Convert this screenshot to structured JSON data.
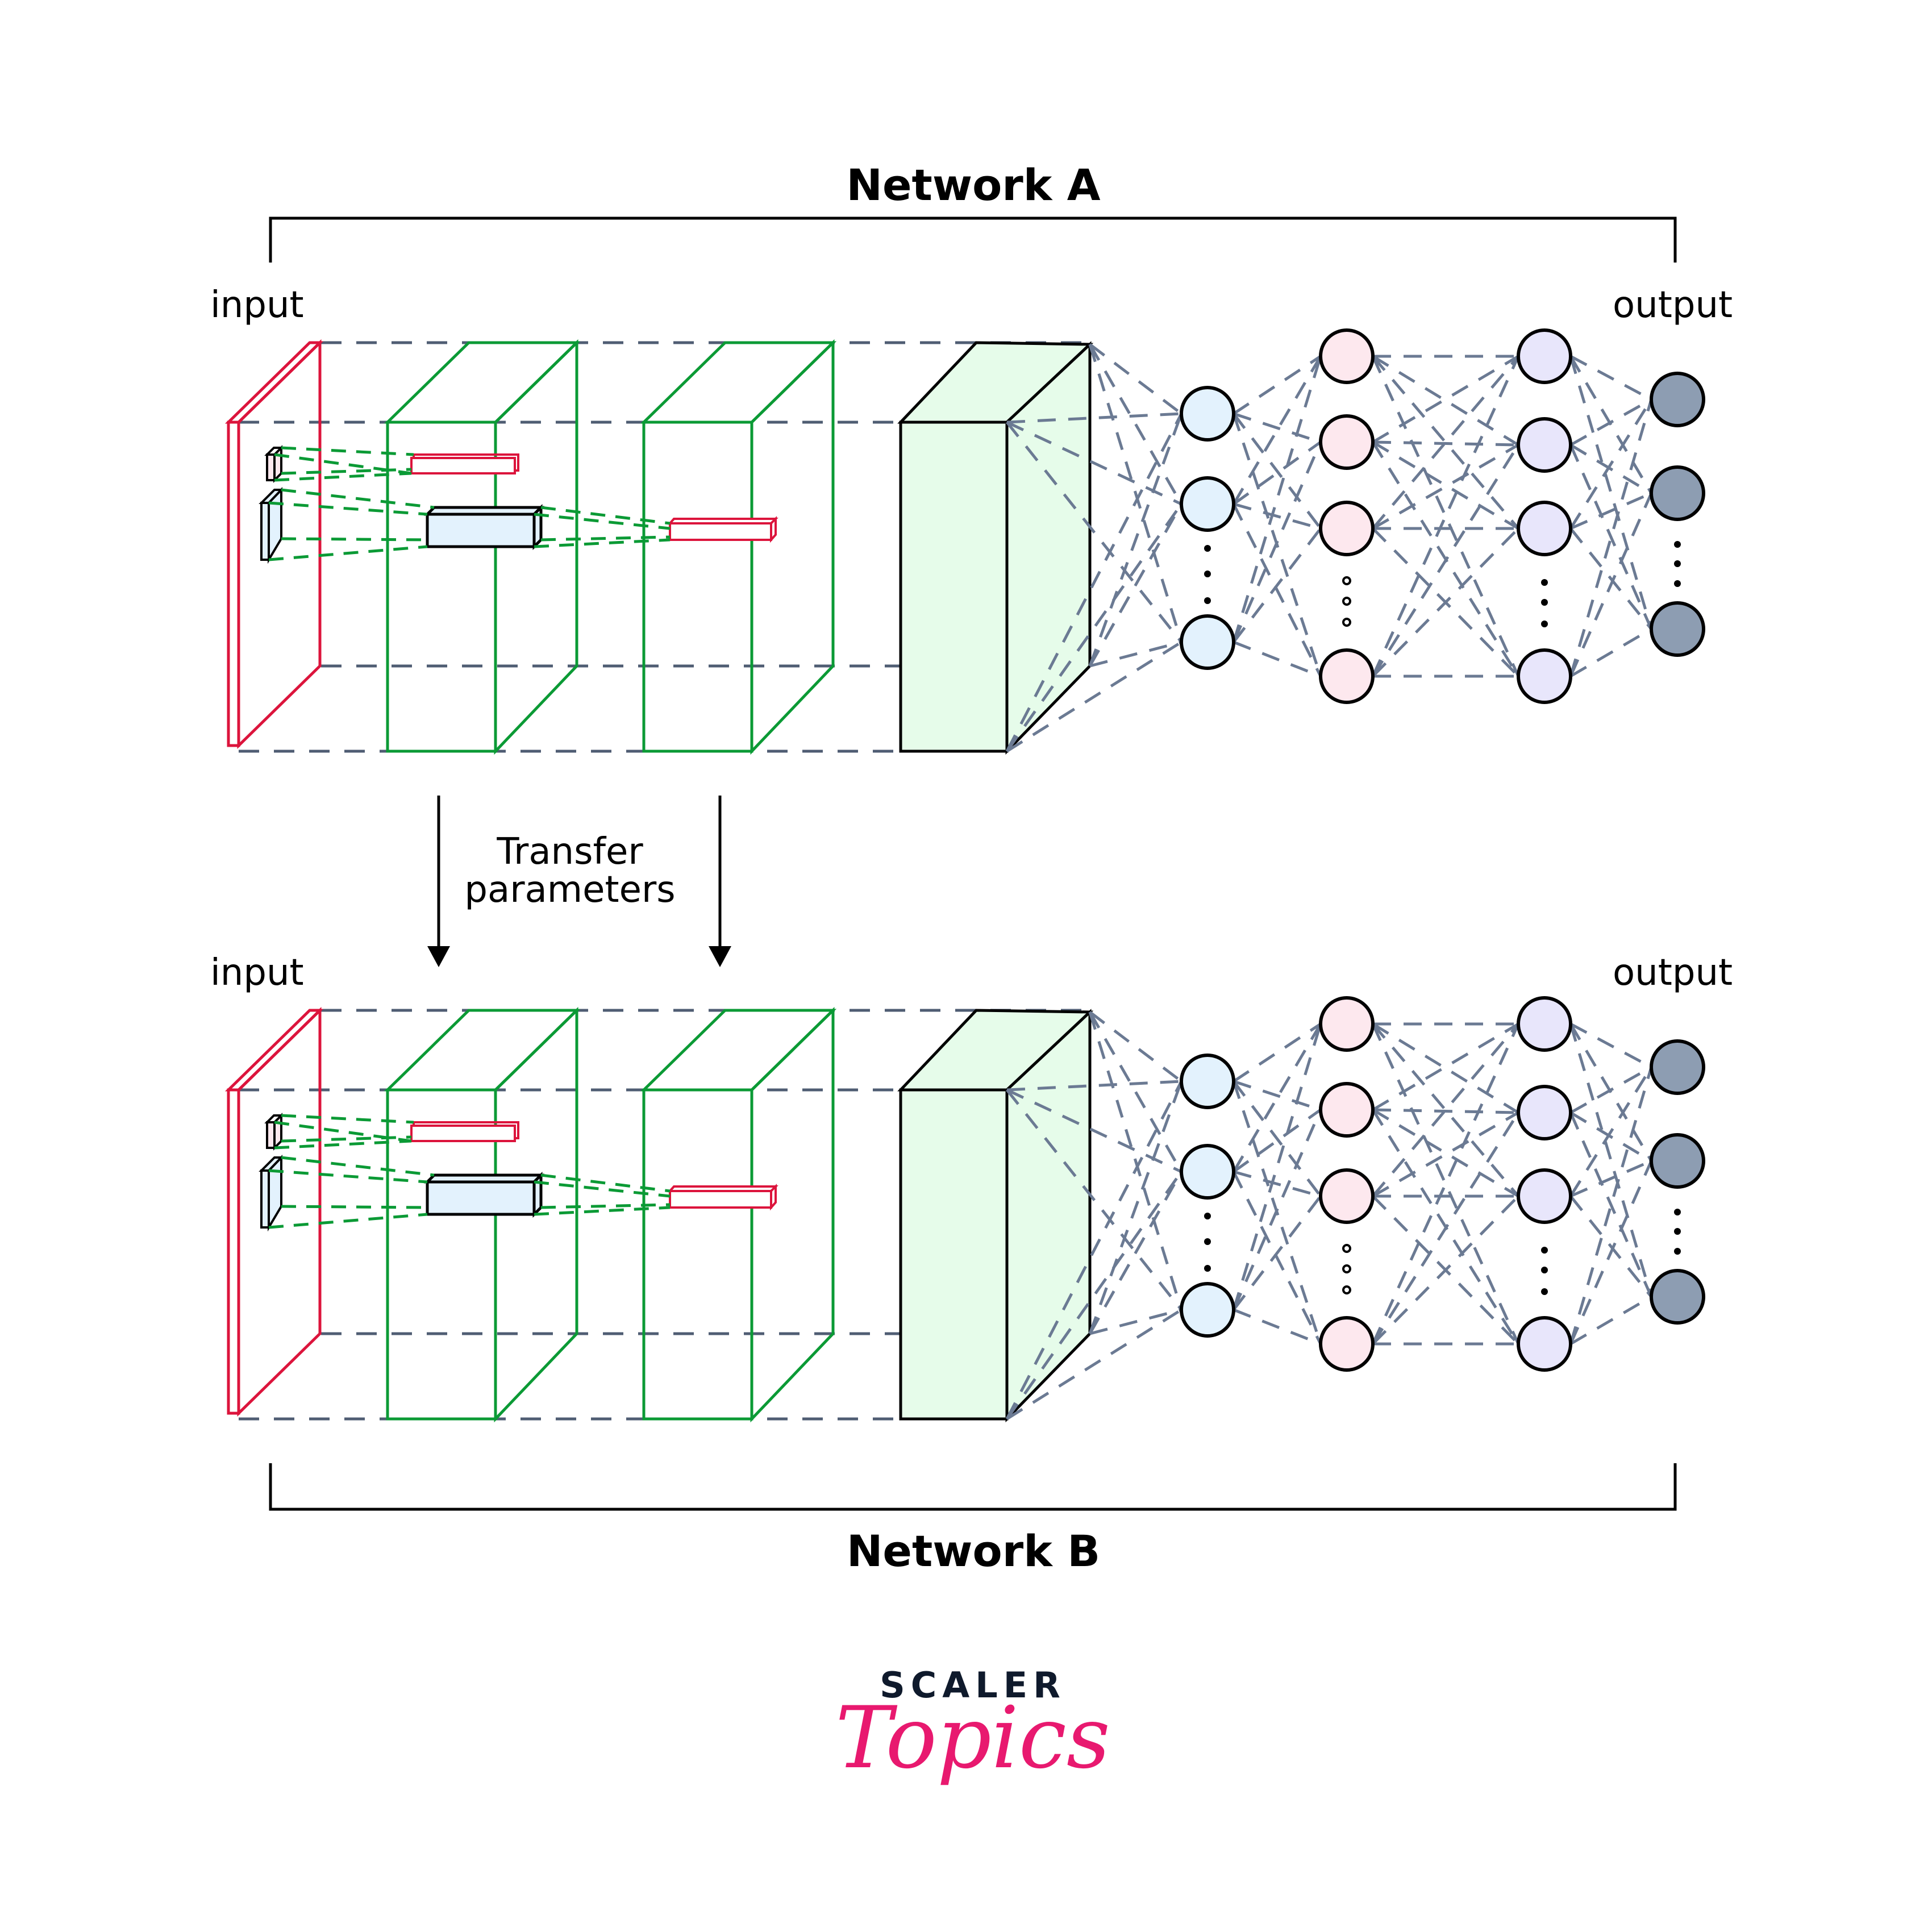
{
  "titles": {
    "network_a": "Network A",
    "network_b": "Network B"
  },
  "labels": {
    "input": "input",
    "output": "output",
    "transfer_line1": "Transfer",
    "transfer_line2": "parameters"
  },
  "logo": {
    "brand": "SCALER",
    "sub": "Topics"
  },
  "colors": {
    "input_layer": "#dc143c",
    "conv_layer": "#0b9a35",
    "dense_block_fill": "#e6fcea",
    "guide_line": "#4f5d73",
    "connection_line": "#6b7a93",
    "kernel_fill_blue": "#e3f2fd",
    "kernel_fill_pink": "#fde8ee",
    "hidden1_fill": "#e3f2fd",
    "hidden2_fill": "#fde8ee",
    "hidden3_fill": "#e8e6fb",
    "output_fill": "#8d9db2",
    "logo_dark": "#0f1a2c",
    "logo_pink": "#e8196f"
  },
  "networks": [
    {
      "name": "Network A",
      "layers": [
        "input",
        "conv1",
        "conv2",
        "flatten",
        "hidden1",
        "hidden2",
        "hidden3",
        "output"
      ],
      "dense_layers": [
        {
          "name": "hidden1",
          "visible_nodes": 3,
          "ellipsis": "dots"
        },
        {
          "name": "hidden2",
          "visible_nodes": 4,
          "ellipsis": "circles"
        },
        {
          "name": "hidden3",
          "visible_nodes": 4,
          "ellipsis": "dots"
        },
        {
          "name": "output",
          "visible_nodes": 3,
          "ellipsis": "dots"
        }
      ]
    },
    {
      "name": "Network B",
      "layers": [
        "input",
        "conv1",
        "conv2",
        "flatten",
        "hidden1",
        "hidden2",
        "hidden3",
        "output"
      ],
      "dense_layers": [
        {
          "name": "hidden1",
          "visible_nodes": 3,
          "ellipsis": "dots"
        },
        {
          "name": "hidden2",
          "visible_nodes": 4,
          "ellipsis": "circles"
        },
        {
          "name": "hidden3",
          "visible_nodes": 4,
          "ellipsis": "dots"
        },
        {
          "name": "output",
          "visible_nodes": 3,
          "ellipsis": "dots"
        }
      ]
    }
  ],
  "transfer": {
    "arrows": 2,
    "direction": "Network A to Network B"
  }
}
